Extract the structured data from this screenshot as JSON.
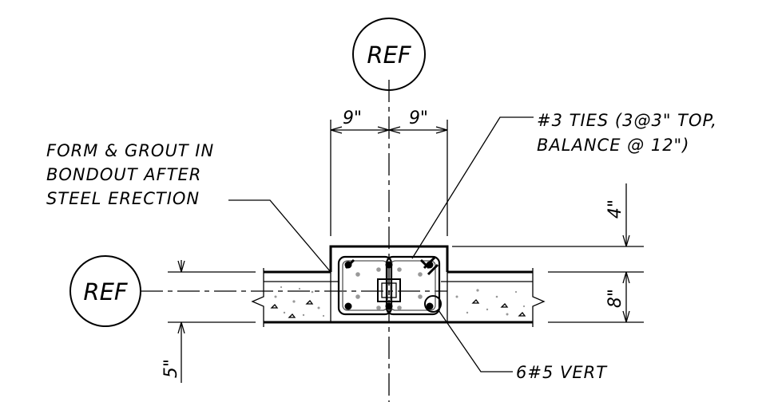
{
  "labels": {
    "ref_top": "REF",
    "ref_left": "REF",
    "dim_left_9": "9\"",
    "dim_right_9": "9\"",
    "dim_4": "4\"",
    "dim_8": "8\"",
    "dim_5": "5\"",
    "note_form_line1": "FORM & GROUT IN",
    "note_form_line2": "BONDOUT AFTER",
    "note_form_line3": "STEEL ERECTION",
    "note_ties_line1": "#3 TIES (3@3\" TOP,",
    "note_ties_line2": "BALANCE @ 12\")",
    "note_vert": "6#5 VERT"
  }
}
